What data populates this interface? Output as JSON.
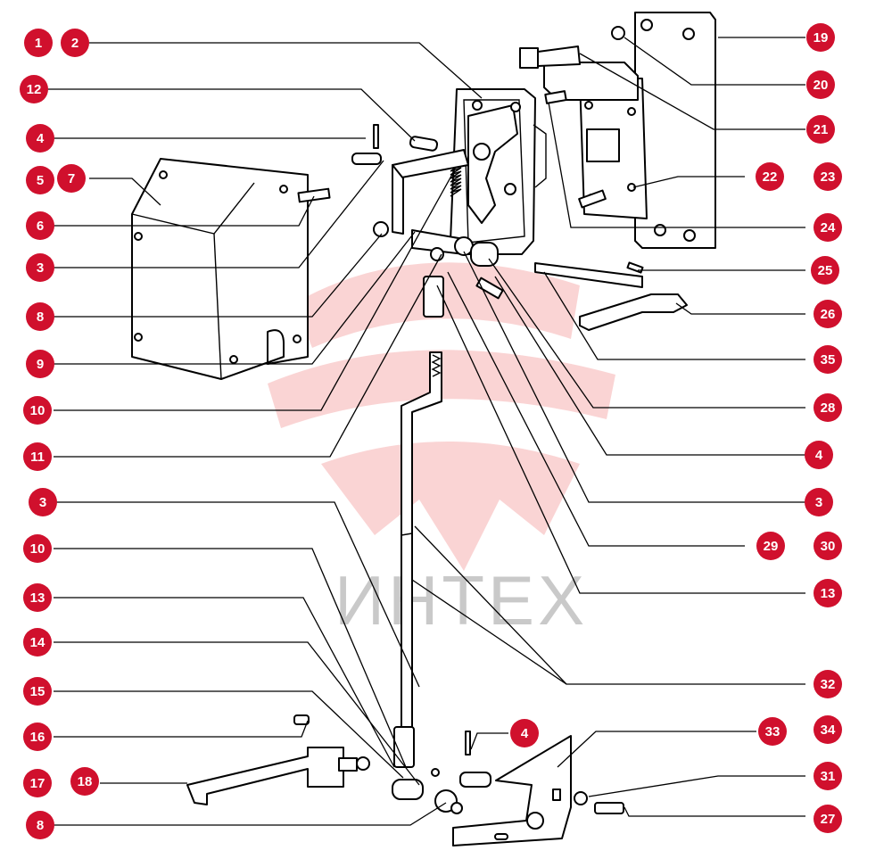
{
  "watermark": {
    "text": "ИНТЕХ"
  },
  "colors": {
    "badge": "#d0102d",
    "line": "#000000",
    "watermark": "#f3a0a0"
  },
  "callouts_left": [
    "1",
    "2",
    "12",
    "4",
    "5",
    "7",
    "6",
    "3",
    "8",
    "9",
    "10",
    "11",
    "3",
    "10",
    "13",
    "14",
    "15",
    "16",
    "17",
    "18",
    "8"
  ],
  "callouts_right": [
    "19",
    "20",
    "21",
    "22",
    "23",
    "24",
    "25",
    "26",
    "35",
    "28",
    "4",
    "3",
    "29",
    "30",
    "13",
    "32",
    "4",
    "33",
    "34",
    "31",
    "27"
  ]
}
